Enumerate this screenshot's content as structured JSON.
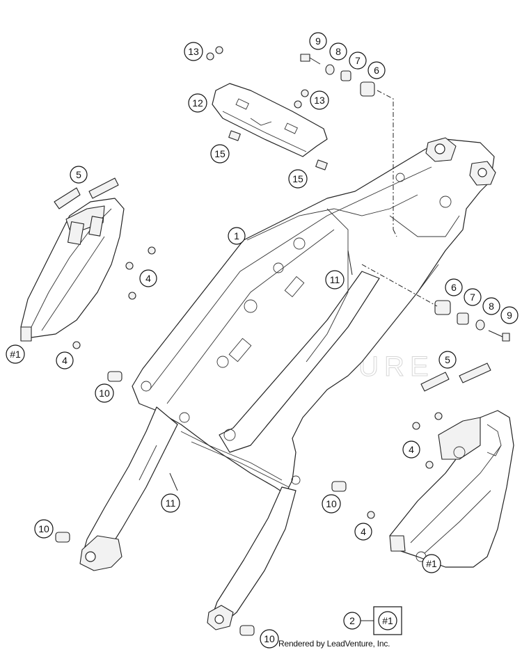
{
  "watermark": "LEADVENTURE",
  "footer": "Rendered by LeadVenture, Inc.",
  "reference_box": {
    "callout": "2",
    "label": "#1"
  },
  "callouts": {
    "c1": "1",
    "c4a": "4",
    "c4b": "4",
    "c4c": "4",
    "c4d": "4",
    "c5a": "5",
    "c5b": "5",
    "c6a": "6",
    "c6b": "6",
    "c7a": "7",
    "c7b": "7",
    "c8a": "8",
    "c8b": "8",
    "c9a": "9",
    "c9b": "9",
    "c10a": "10",
    "c10b": "10",
    "c10c": "10",
    "c10d": "10",
    "c11a": "11",
    "c11b": "11",
    "c12": "12",
    "c13a": "13",
    "c13b": "13",
    "c15a": "15",
    "c15b": "15",
    "ref1a": "#1",
    "ref1b": "#1"
  }
}
